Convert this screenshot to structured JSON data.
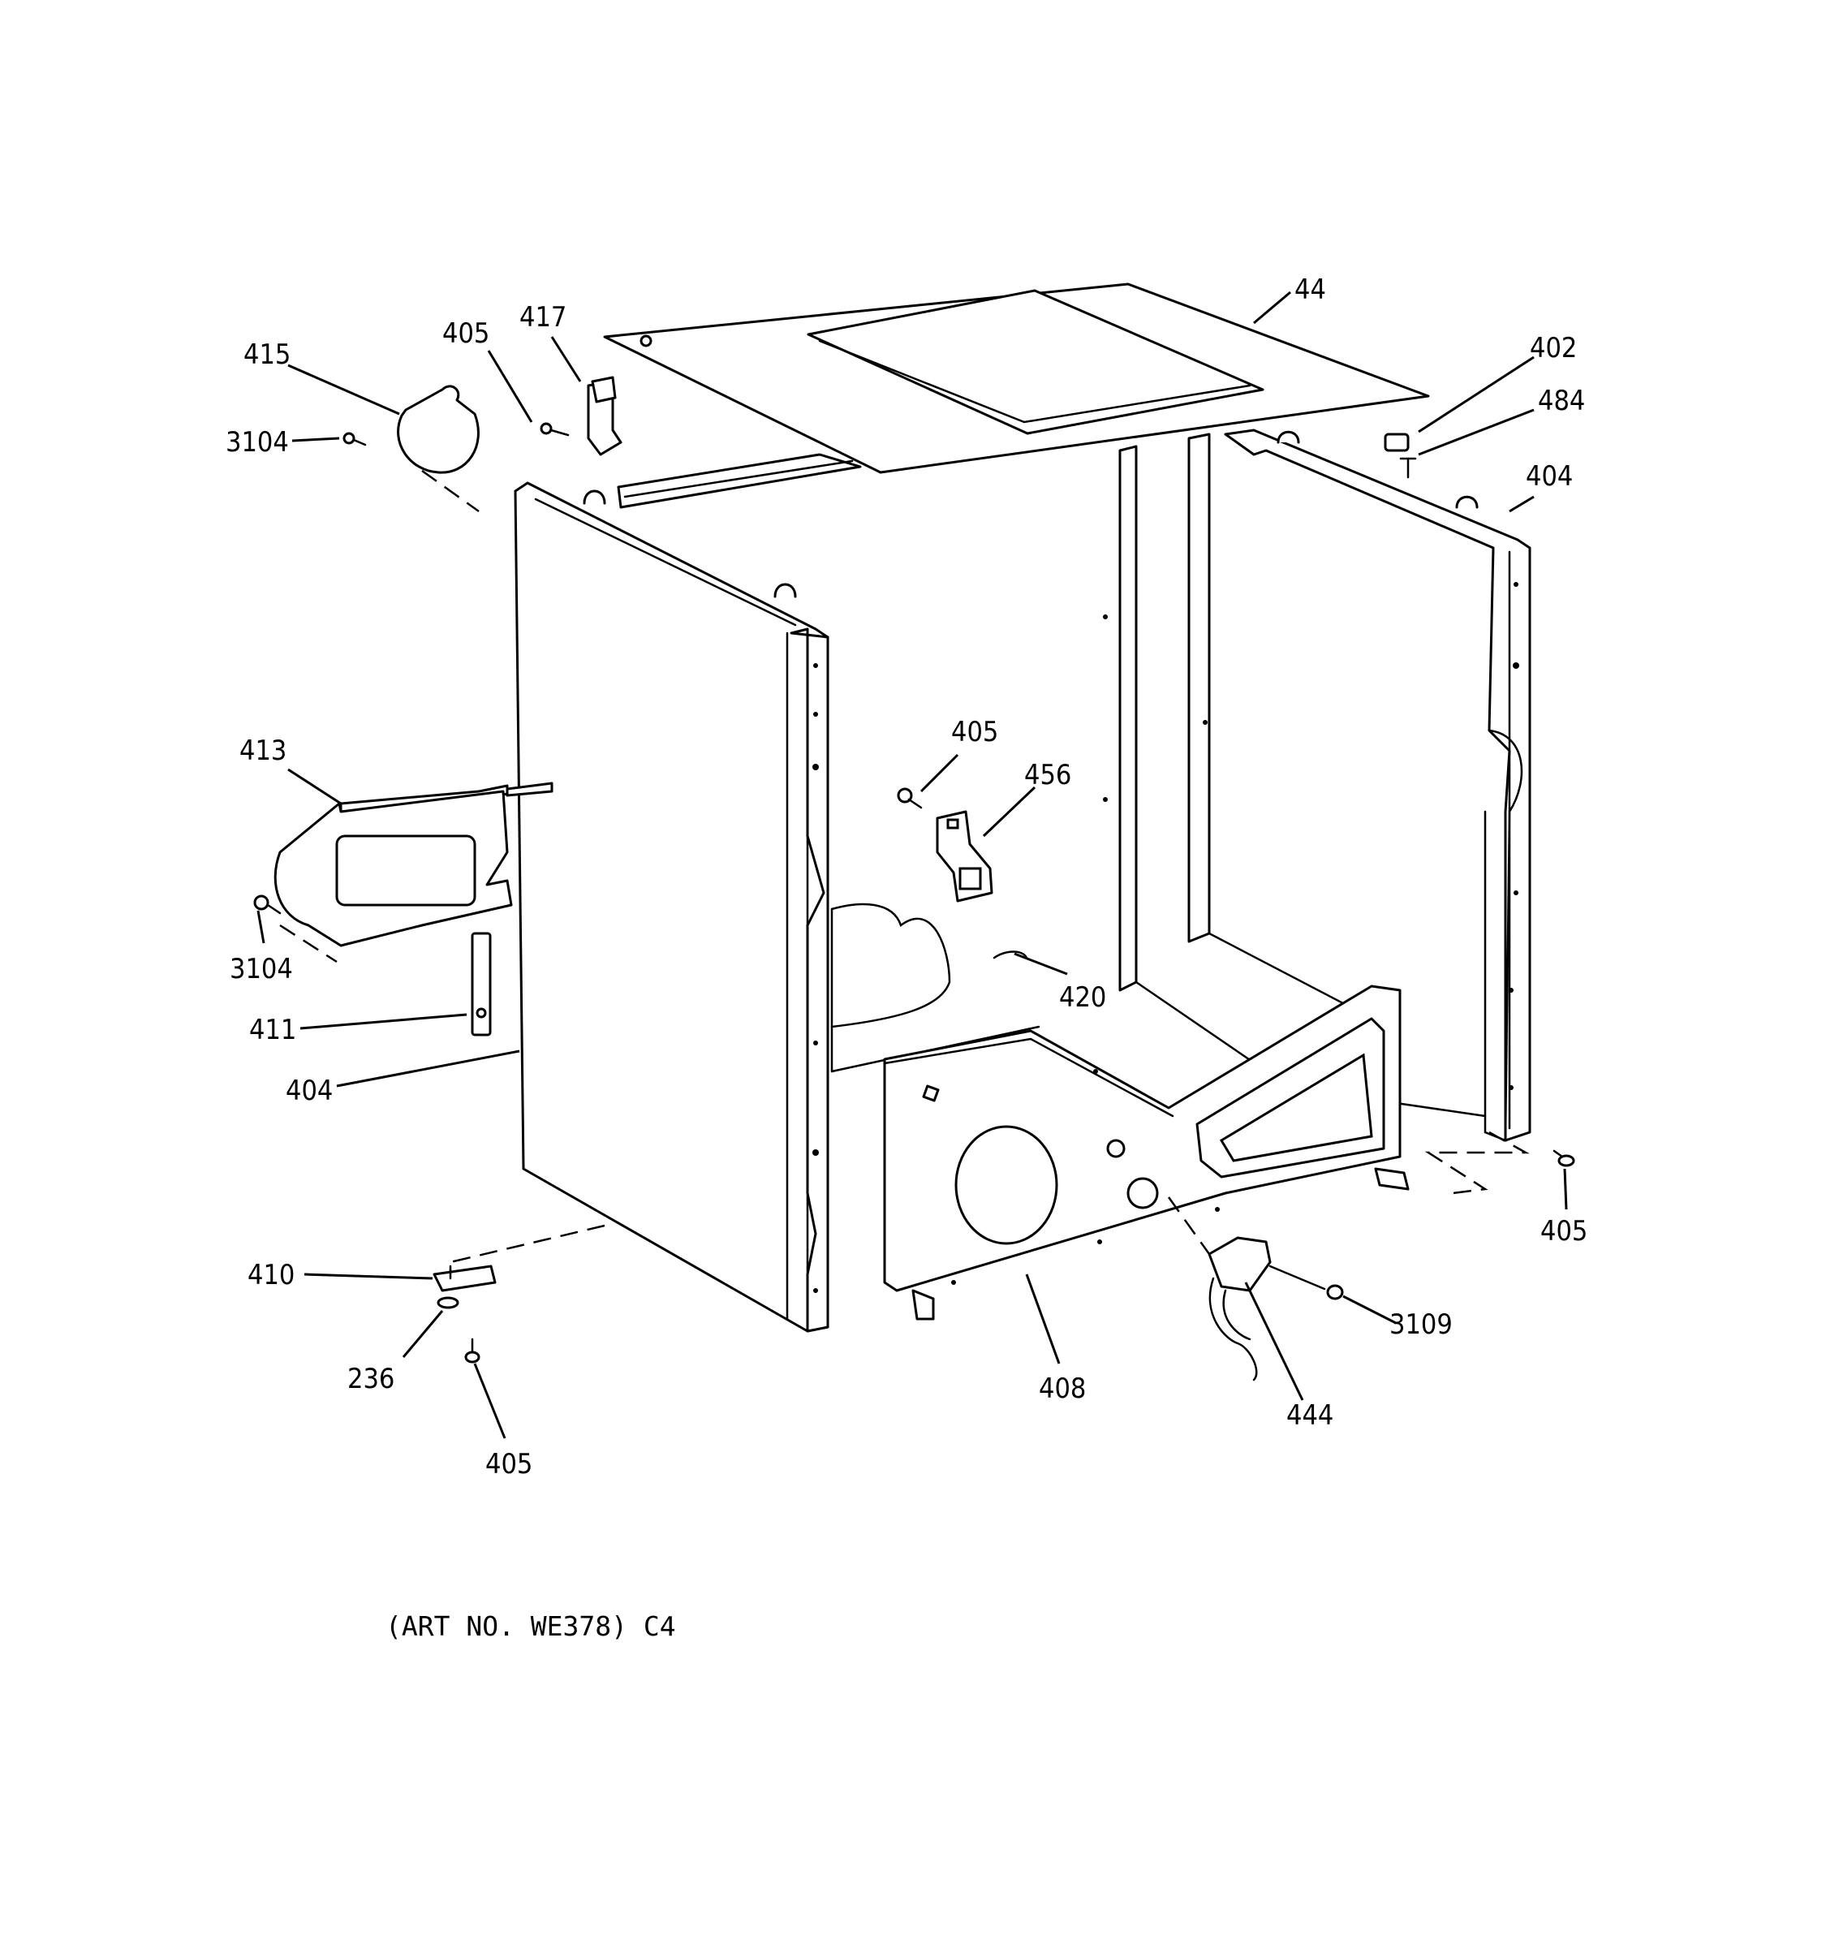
{
  "diagram": {
    "callouts": [
      {
        "id": "c44",
        "label": "44"
      },
      {
        "id": "c402",
        "label": "402"
      },
      {
        "id": "c484",
        "label": "484"
      },
      {
        "id": "c404r",
        "label": "404"
      },
      {
        "id": "c415",
        "label": "415"
      },
      {
        "id": "c405a",
        "label": "405"
      },
      {
        "id": "c417",
        "label": "417"
      },
      {
        "id": "c3104a",
        "label": "3104"
      },
      {
        "id": "c405b",
        "label": "405"
      },
      {
        "id": "c456",
        "label": "456"
      },
      {
        "id": "c413",
        "label": "413"
      },
      {
        "id": "c3104b",
        "label": "3104"
      },
      {
        "id": "c420",
        "label": "420"
      },
      {
        "id": "c411",
        "label": "411"
      },
      {
        "id": "c404l",
        "label": "404"
      },
      {
        "id": "c405c",
        "label": "405"
      },
      {
        "id": "c410",
        "label": "410"
      },
      {
        "id": "c3109",
        "label": "3109"
      },
      {
        "id": "c408",
        "label": "408"
      },
      {
        "id": "c444",
        "label": "444"
      },
      {
        "id": "c236",
        "label": "236"
      },
      {
        "id": "c405d",
        "label": "405"
      }
    ],
    "art_number": "(ART NO. WE378) C4"
  }
}
